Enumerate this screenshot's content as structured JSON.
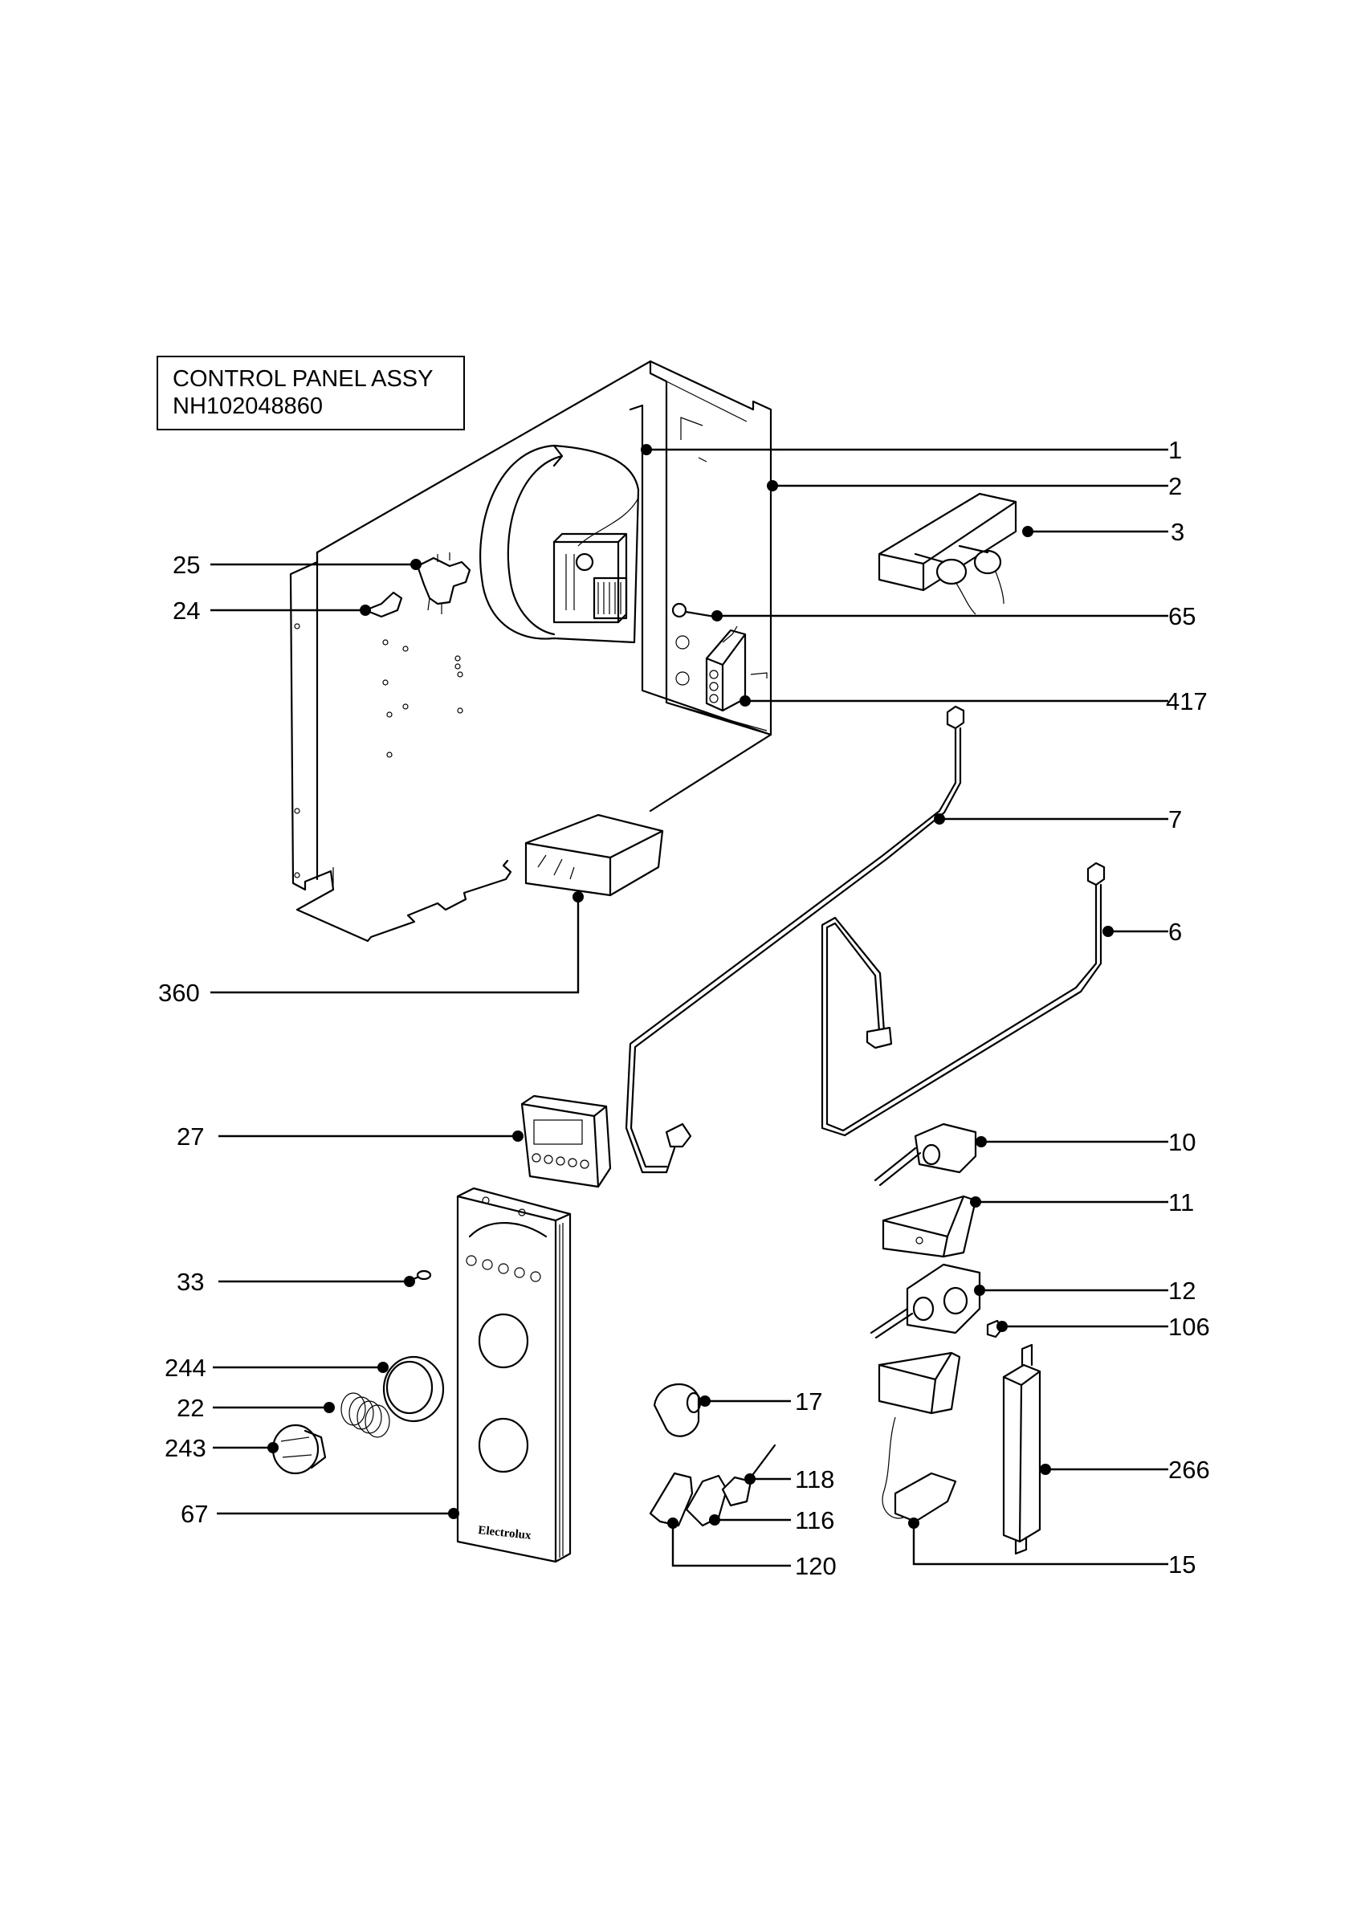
{
  "title": {
    "line1": "CONTROL PANEL ASSY",
    "line2": "NH102048860"
  },
  "brand_mark": "Electrolux",
  "callouts": [
    {
      "id": "c1",
      "label": "1"
    },
    {
      "id": "c2",
      "label": "2"
    },
    {
      "id": "c3",
      "label": "3"
    },
    {
      "id": "c65",
      "label": "65"
    },
    {
      "id": "c417",
      "label": "417"
    },
    {
      "id": "c7",
      "label": "7"
    },
    {
      "id": "c6",
      "label": "6"
    },
    {
      "id": "c10",
      "label": "10"
    },
    {
      "id": "c11",
      "label": "11"
    },
    {
      "id": "c12",
      "label": "12"
    },
    {
      "id": "c106",
      "label": "106"
    },
    {
      "id": "c266",
      "label": "266"
    },
    {
      "id": "c15",
      "label": "15"
    },
    {
      "id": "c25",
      "label": "25"
    },
    {
      "id": "c24",
      "label": "24"
    },
    {
      "id": "c360",
      "label": "360"
    },
    {
      "id": "c27",
      "label": "27"
    },
    {
      "id": "c33",
      "label": "33"
    },
    {
      "id": "c244",
      "label": "244"
    },
    {
      "id": "c22",
      "label": "22"
    },
    {
      "id": "c243",
      "label": "243"
    },
    {
      "id": "c67",
      "label": "67"
    },
    {
      "id": "c17",
      "label": "17"
    },
    {
      "id": "c118",
      "label": "118"
    },
    {
      "id": "c116",
      "label": "116"
    },
    {
      "id": "c120",
      "label": "120"
    }
  ]
}
